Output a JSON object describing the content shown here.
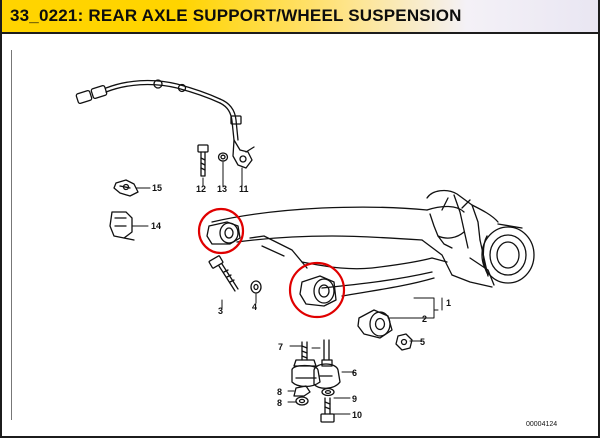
{
  "header": {
    "title": "33_0221: REAR AXLE SUPPORT/WHEEL SUSPENSION"
  },
  "diagram": {
    "image_code": "00004124",
    "part_labels": [
      "1",
      "2",
      "3",
      "4",
      "5",
      "6",
      "7",
      "8",
      "9",
      "10",
      "11",
      "12",
      "13",
      "14",
      "15"
    ],
    "highlight_color": "#e00000"
  }
}
